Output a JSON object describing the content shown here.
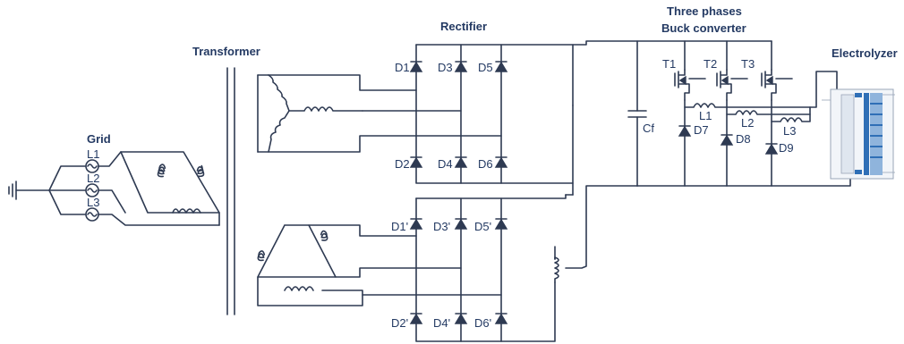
{
  "titles": {
    "transformer": "Transformer",
    "rectifier": "Rectifier",
    "buck_line1": "Three phases",
    "buck_line2": "Buck converter",
    "electrolyzer": "Electrolyzer",
    "grid": "Grid"
  },
  "grid_phases": [
    "L1",
    "L2",
    "L3"
  ],
  "rectifier_top": [
    "D1",
    "D3",
    "D5",
    "D2",
    "D4",
    "D6"
  ],
  "rectifier_bottom": [
    "D1'",
    "D3'",
    "D5'",
    "D2'",
    "D4'",
    "D6'"
  ],
  "capacitor": "Cf",
  "switches": [
    "T1",
    "T2",
    "T3"
  ],
  "inductors": [
    "L1",
    "L2",
    "L3"
  ],
  "freewheel_diodes": [
    "D7",
    "D8",
    "D9"
  ]
}
